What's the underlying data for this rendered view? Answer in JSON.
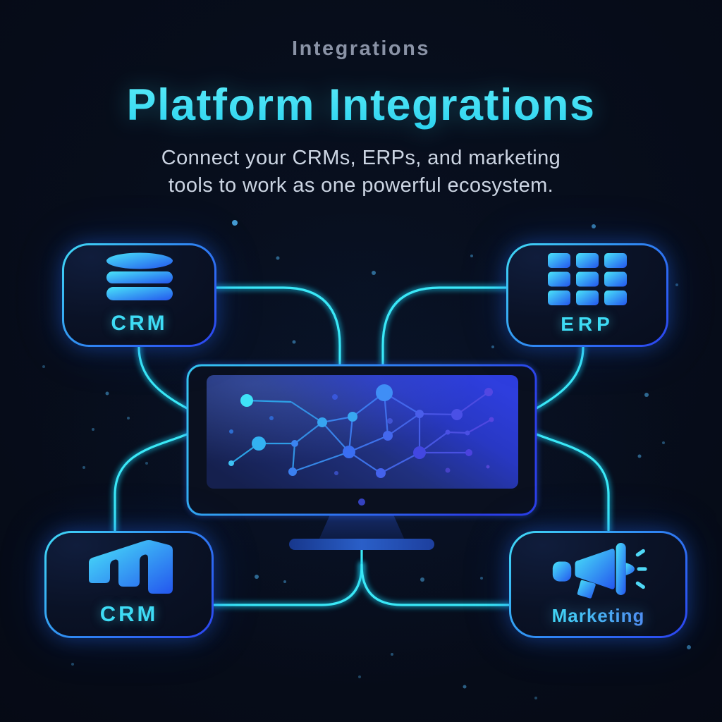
{
  "header": {
    "eyebrow": "Integrations",
    "title": "Platform Integrations",
    "subtitle_line1": "Connect your CRMs, ERPs, and marketing",
    "subtitle_line2": "tools to work as one powerful ecosystem."
  },
  "cards": {
    "crm_top": {
      "label": "CRM",
      "icon": "database-icon"
    },
    "erp": {
      "label": "ERP",
      "icon": "grid-icon"
    },
    "crm_bottom": {
      "label": "CRM",
      "icon": "m-logo-icon"
    },
    "marketing": {
      "label": "Marketing",
      "icon": "megaphone-icon"
    }
  },
  "colors": {
    "background": "#060b17",
    "accent_cyan": "#39e2f5",
    "accent_blue": "#2b55f0",
    "title_cyan": "#38dff3",
    "eyebrow_gray": "#8a93a6",
    "subtitle_gray": "#ccd5e3",
    "connector_cyan": "#3ae8f7",
    "card_border_gradient": [
      "#41dcf6",
      "#2f86f2",
      "#2b42f0"
    ]
  },
  "diagram": {
    "connectors": [
      "M 307 408 L 402 408 Q 482 408 482 490 L 482 517",
      "M 718 408 L 623 408 Q 543 408 543 490 L 543 517",
      "M 197 492 C 197 534 226 558 265 579",
      "M 265 616 C 220 634 163 642 163 702 L 163 752",
      "M 827 492 C 827 534 798 558 761 579",
      "M 761 616 C 806 634 863 642 863 702 L 863 752",
      "M 513 780 L 513 801",
      "M 513 801 Q 513 858 456 858 L 304 858",
      "M 513 801 Q 513 858 570 858 L 721 858"
    ],
    "stars": [
      [
        333,
        316,
        4,
        0.85
      ],
      [
        842,
        321,
        3,
        0.65
      ],
      [
        394,
        366,
        2.5,
        0.5
      ],
      [
        669,
        363,
        2,
        0.45
      ],
      [
        530,
        387,
        3,
        0.55
      ],
      [
        417,
        485,
        2.5,
        0.5
      ],
      [
        699,
        492,
        2,
        0.45
      ],
      [
        152,
        558,
        2.5,
        0.5
      ],
      [
        917,
        560,
        3,
        0.55
      ],
      [
        182,
        593,
        2,
        0.4
      ],
      [
        132,
        609,
        2,
        0.4
      ],
      [
        907,
        647,
        2.5,
        0.5
      ],
      [
        119,
        663,
        2,
        0.4
      ],
      [
        62,
        520,
        2,
        0.35
      ],
      [
        960,
        404,
        2,
        0.4
      ],
      [
        364,
        818,
        3,
        0.55
      ],
      [
        404,
        825,
        2,
        0.45
      ],
      [
        599,
        822,
        3,
        0.5
      ],
      [
        683,
        820,
        2,
        0.4
      ],
      [
        977,
        918,
        3,
        0.55
      ],
      [
        659,
        974,
        2.5,
        0.5
      ],
      [
        556,
        928,
        2,
        0.4
      ],
      [
        103,
        942,
        2,
        0.35
      ],
      [
        510,
        960,
        2,
        0.35
      ],
      [
        760,
        990,
        2,
        0.35
      ],
      [
        208,
        657,
        2,
        0.35
      ],
      [
        941,
        628,
        2,
        0.4
      ]
    ],
    "network": {
      "edges": [
        [
          350,
          568,
          413,
          570,
          "#2da6ec"
        ],
        [
          413,
          570,
          457,
          599,
          "#3396ea"
        ],
        [
          457,
          599,
          500,
          591,
          "#3a86ee"
        ],
        [
          500,
          591,
          545,
          557,
          "#3d7cf2"
        ],
        [
          545,
          557,
          595,
          587,
          "#4468ec"
        ],
        [
          595,
          587,
          648,
          588,
          "#4a55e6"
        ],
        [
          648,
          588,
          693,
          556,
          "#4f4de2"
        ],
        [
          545,
          557,
          550,
          618,
          "#4172ee"
        ],
        [
          595,
          587,
          550,
          618,
          "#4566ea"
        ],
        [
          500,
          591,
          495,
          641,
          "#3c7cf0"
        ],
        [
          457,
          599,
          495,
          641,
          "#3a86ee"
        ],
        [
          457,
          599,
          418,
          629,
          "#3592ea"
        ],
        [
          418,
          629,
          367,
          629,
          "#2fa2ec"
        ],
        [
          367,
          629,
          328,
          657,
          "#2cabee"
        ],
        [
          418,
          629,
          415,
          669,
          "#3399ea"
        ],
        [
          415,
          669,
          495,
          641,
          "#388cee"
        ],
        [
          495,
          641,
          550,
          618,
          "#3f76f0"
        ],
        [
          495,
          641,
          540,
          671,
          "#3f76f0"
        ],
        [
          540,
          671,
          595,
          642,
          "#4566ea"
        ],
        [
          595,
          642,
          595,
          587,
          "#4760e8"
        ],
        [
          595,
          642,
          635,
          613,
          "#4a58e6"
        ],
        [
          635,
          613,
          663,
          614,
          "#4d50e2"
        ],
        [
          663,
          614,
          697,
          595,
          "#5049e0"
        ],
        [
          595,
          642,
          665,
          642,
          "#4a52e4"
        ]
      ],
      "nodes": [
        [
          350,
          568,
          9,
          "#3fe2f7"
        ],
        [
          545,
          557,
          12,
          "#3f8ef6"
        ],
        [
          500,
          591,
          7,
          "#38a8f2"
        ],
        [
          457,
          599,
          7,
          "#36a4f0"
        ],
        [
          595,
          587,
          6,
          "#4a5eea"
        ],
        [
          648,
          588,
          8,
          "#4a50e6"
        ],
        [
          693,
          556,
          6,
          "#5347e2"
        ],
        [
          550,
          618,
          7,
          "#4468ee"
        ],
        [
          418,
          629,
          5,
          "#3b84f0"
        ],
        [
          367,
          629,
          10,
          "#33b2f2"
        ],
        [
          328,
          657,
          4,
          "#3fc2f4"
        ],
        [
          415,
          669,
          6,
          "#3b80f0"
        ],
        [
          495,
          641,
          9,
          "#3a6ef2"
        ],
        [
          540,
          671,
          7,
          "#4462ec"
        ],
        [
          595,
          642,
          9,
          "#4347e2"
        ],
        [
          635,
          613,
          3.5,
          "#4a4fe4"
        ],
        [
          663,
          614,
          3.5,
          "#4a4fe4"
        ],
        [
          697,
          595,
          3.5,
          "#5645e0"
        ],
        [
          665,
          642,
          5,
          "#4c42de"
        ]
      ],
      "dots": [
        [
          475,
          563,
          4,
          "#3b5ae0"
        ],
        [
          385,
          593,
          3,
          "#2f6cd8"
        ],
        [
          328,
          612,
          3,
          "#2f74da"
        ],
        [
          553,
          597,
          4,
          "#4456d8"
        ],
        [
          477,
          671,
          3,
          "#3b50c8"
        ],
        [
          635,
          667,
          3.5,
          "#4a44cc"
        ],
        [
          692,
          662,
          2.5,
          "#5a48d8"
        ]
      ]
    }
  }
}
